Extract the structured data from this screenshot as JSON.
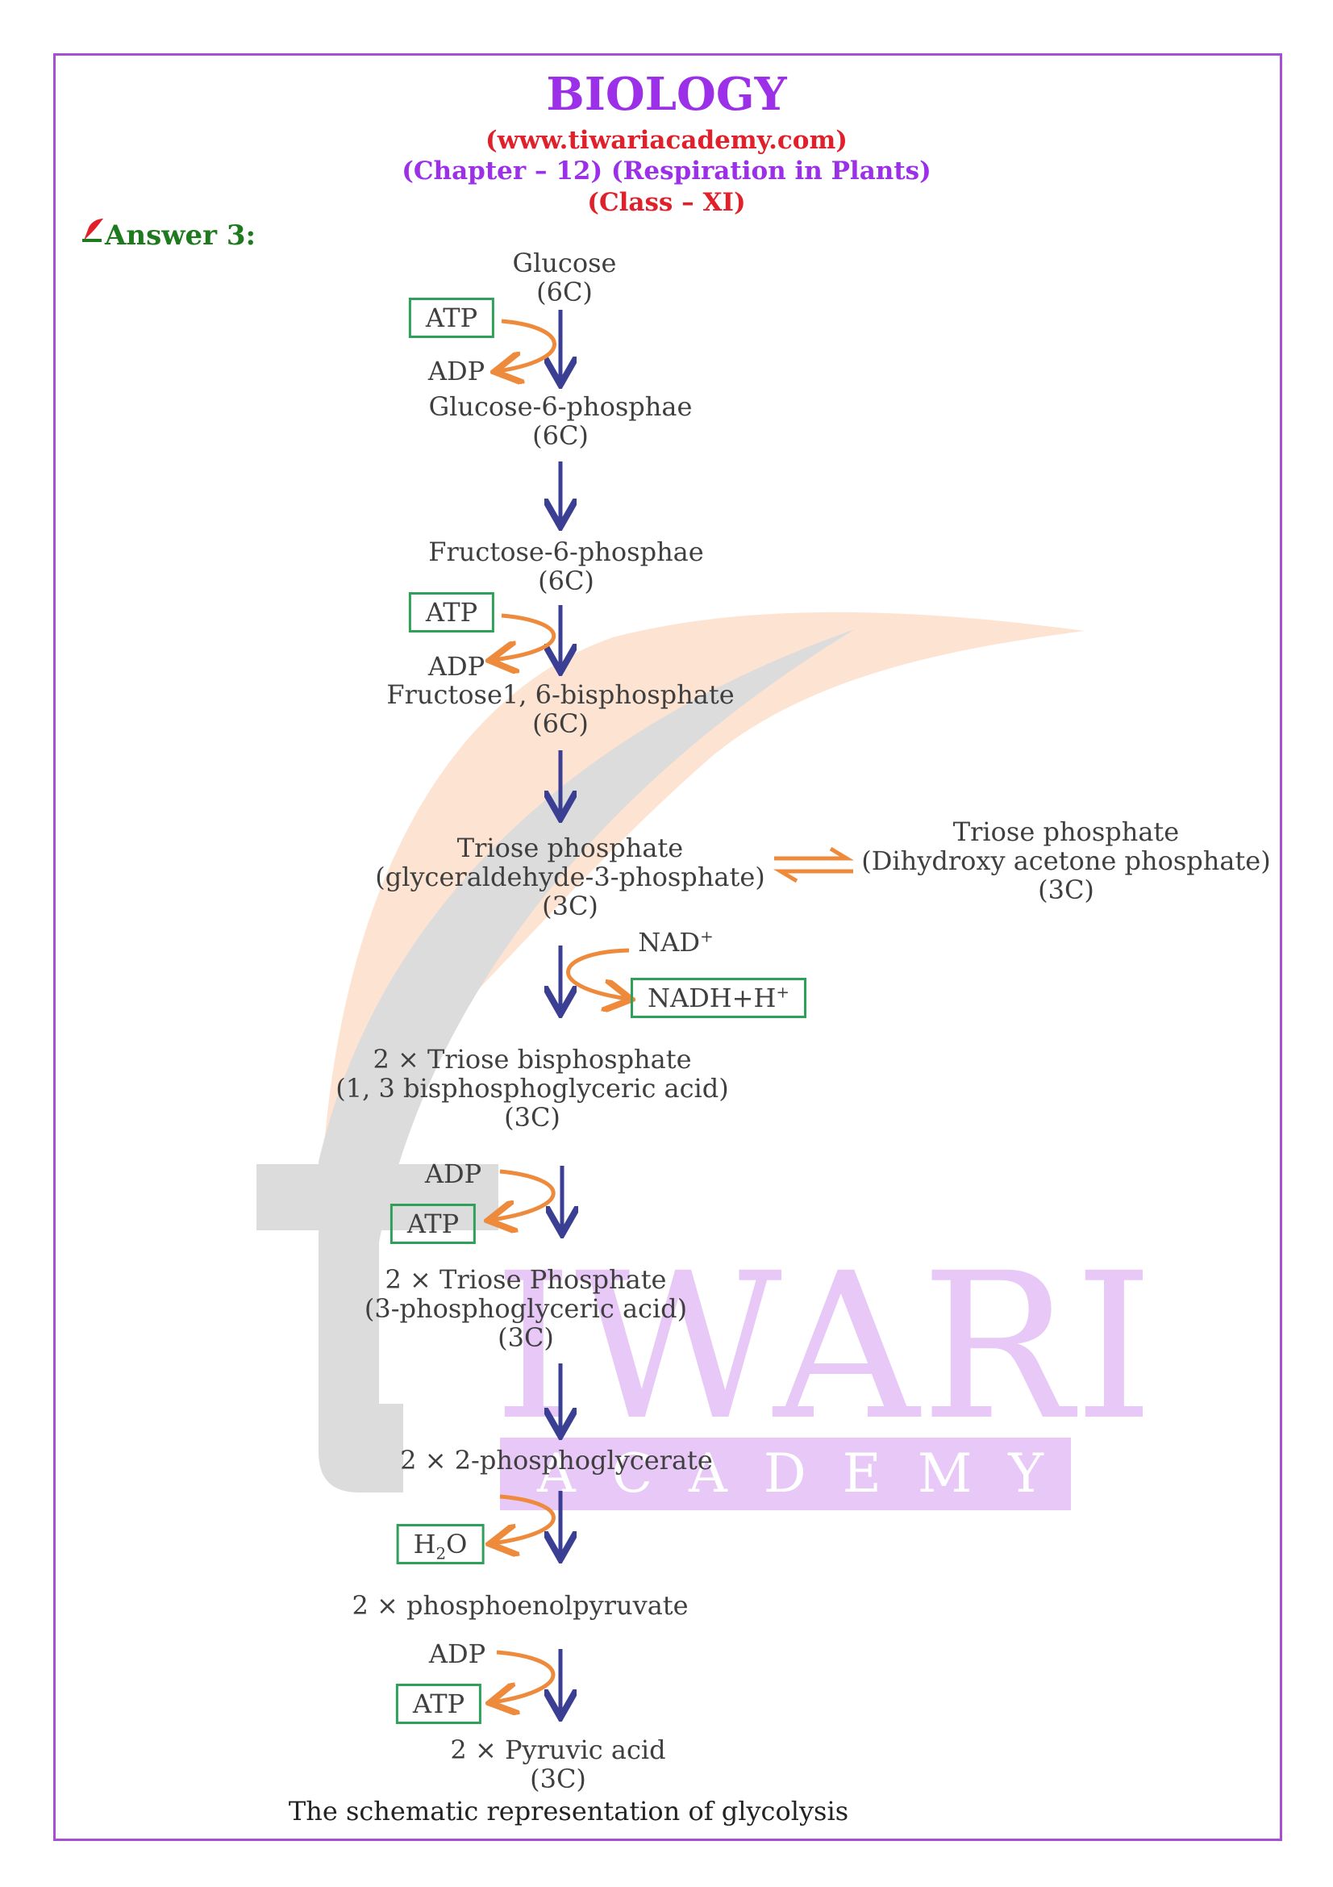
{
  "header": {
    "title": "BIOLOGY",
    "website": "(www.tiwariacademy.com)",
    "chapter": "(Chapter – 12) (Respiration in Plants)",
    "class": "(Class – XI)"
  },
  "answer_label": "Answer 3:",
  "watermark": {
    "brand_main": "IWARI",
    "brand_sub": "A C A D E M Y"
  },
  "colors": {
    "border": "#a64fd3",
    "title": "#9b30e8",
    "red": "#e0202a",
    "answer": "#1e7a1e",
    "main_arrow": "#3b3f94",
    "side_arrow": "#ee8a3c",
    "box_border": "#2ea05a"
  },
  "pathway": {
    "glucose": {
      "name": "Glucose",
      "carbons": "(6C)"
    },
    "g6p": {
      "name": "Glucose-6-phosphae",
      "carbons": "(6C)"
    },
    "f6p": {
      "name": "Fructose-6-phosphae",
      "carbons": "(6C)"
    },
    "f16bp": {
      "name": "Fructose1, 6-bisphosphate",
      "carbons": "(6C)"
    },
    "g3p": {
      "name": "Triose phosphate",
      "detail": "(glyceraldehyde-3-phosphate)",
      "carbons": "(3C)"
    },
    "dhap": {
      "name": "Triose phosphate",
      "detail": "(Dihydroxy  acetone phosphate)",
      "carbons": "(3C)"
    },
    "bpg": {
      "name": "2 × Triose bisphosphate",
      "detail": "(1, 3 bisphosphoglyceric acid)",
      "carbons": "(3C)"
    },
    "pga": {
      "name": "2 × Triose Phosphate",
      "detail": "(3-phosphoglyceric acid)",
      "carbons": "(3C)"
    },
    "pg2": {
      "name": "2 × 2-phosphoglycerate"
    },
    "pep": {
      "name": "2 × phosphoenolpyruvate"
    },
    "pyruvate": {
      "name": "2 × Pyruvic acid",
      "carbons": "(3C)"
    }
  },
  "cofactors": {
    "atp1": "ATP",
    "adp1": "ADP",
    "atp2": "ATP",
    "adp2": "ADP",
    "nad": "NAD",
    "nad_charge": "+",
    "nadh": "NADH+H",
    "nadh_charge": "+",
    "adp3": "ADP",
    "atp3": "ATP",
    "h2o_h": "H",
    "h2o_sub": "2",
    "h2o_o": "O",
    "adp4": "ADP",
    "atp4": "ATP"
  },
  "caption": "The schematic representation of glycolysis"
}
